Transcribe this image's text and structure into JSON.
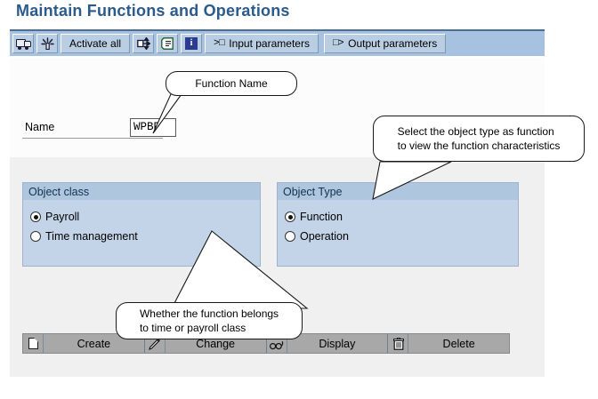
{
  "page": {
    "title": "Maintain Functions and Operations"
  },
  "toolbar": {
    "buttons": [
      {
        "name": "transport-truck-button",
        "icon": "truck-icon",
        "label": ""
      },
      {
        "name": "generate-button",
        "icon": "sparkle-icon",
        "label": ""
      },
      {
        "name": "activate-all-button",
        "icon": "",
        "label": "Activate all"
      },
      {
        "name": "expand-arrows-button",
        "icon": "arrows-icon",
        "label": ""
      },
      {
        "name": "documentation-button",
        "icon": "document-list-icon",
        "label": ""
      },
      {
        "name": "information-button",
        "icon": "info-icon",
        "label": "i"
      },
      {
        "name": "input-parameters-button",
        "icon": "input-param-icon",
        "label": "Input parameters",
        "glyph": ">□"
      },
      {
        "name": "output-parameters-button",
        "icon": "output-param-icon",
        "label": "Output parameters",
        "glyph": "□>"
      }
    ]
  },
  "form": {
    "name_label": "Name",
    "name_value": "WPBP"
  },
  "object_class": {
    "title": "Object class",
    "options": [
      {
        "label": "Payroll",
        "selected": true
      },
      {
        "label": "Time management",
        "selected": false
      }
    ]
  },
  "object_type": {
    "title": "Object Type",
    "options": [
      {
        "label": "Function",
        "selected": true
      },
      {
        "label": "Operation",
        "selected": false
      }
    ]
  },
  "actions": [
    {
      "name": "create-button",
      "label": "Create",
      "icon": "page-icon"
    },
    {
      "name": "change-button",
      "label": "Change",
      "icon": "pencil-icon"
    },
    {
      "name": "display-button",
      "label": "Display",
      "icon": "glasses-icon"
    },
    {
      "name": "delete-button",
      "label": "Delete",
      "icon": "trash-icon"
    }
  ],
  "callouts": {
    "function_name": "Function Name",
    "object_type": "Select the object type as function\nto view the function characteristics",
    "object_class": "Whether the function belongs\nto time or payroll class"
  },
  "colors": {
    "title": "#2b5a8c",
    "toolbar_bg": "#a6c2e0",
    "toolbar_border": "#4a6f96",
    "groupbox_bg": "#c3d4e8",
    "groupbox_header": "#aec6de",
    "content_bg": "#f0f0f0",
    "action_bar_bg": "#a8a8a8"
  }
}
